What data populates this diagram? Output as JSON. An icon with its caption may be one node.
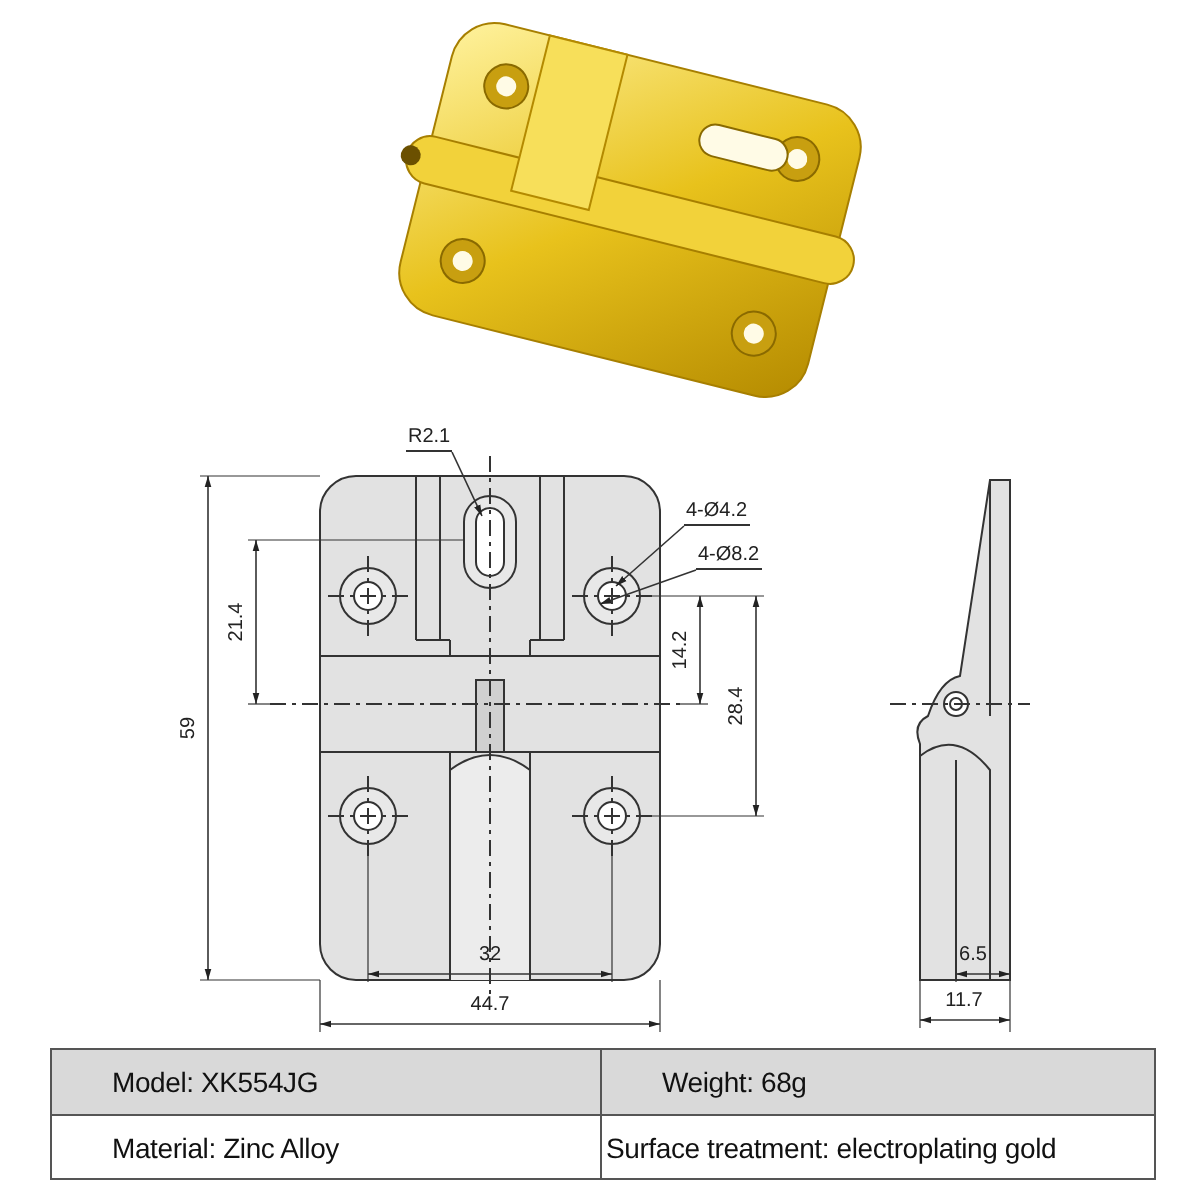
{
  "diagram": {
    "nodes": [
      {
        "text": [
          "R2.1"
        ]
      },
      {
        "text": [
          "4-Ø4.2"
        ]
      },
      {
        "text": [
          "4-Ø8.2"
        ]
      }
    ],
    "edges": [
      {
        "from": 0,
        "to": null,
        "arrow": "to"
      },
      {
        "from": 1,
        "to": null,
        "arrow": "to"
      },
      {
        "from": 2,
        "to": null,
        "arrow": "to"
      }
    ],
    "labels": [
      "59",
      "21.4",
      "14.2",
      "28.4",
      "32",
      "44.7",
      "6.5",
      "11.7",
      "Model: XK554JG",
      "Weight: 68g",
      "Material: Zinc Alloy",
      "Surface treatment: electroplating gold"
    ]
  }
}
